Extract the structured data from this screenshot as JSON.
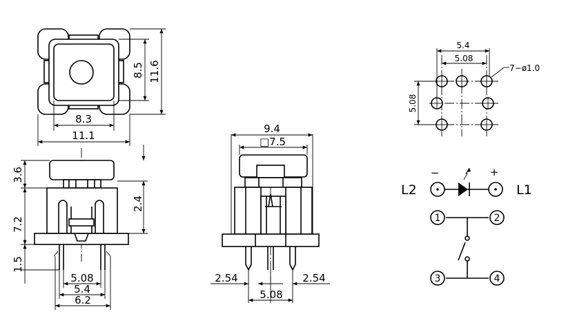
{
  "top_view": {
    "dim_inner_width": "8.3",
    "dim_outer_width": "11.1",
    "dim_inner_height": "8.5",
    "dim_outer_height": "11.6"
  },
  "side_view": {
    "dim_cap_height": "3.6",
    "dim_body_height": "7.2",
    "dim_step_height": "2.4",
    "dim_pin_length": "1.5",
    "dim_pin_spacing": "5.08",
    "dim_pin_span": "5.4",
    "dim_base_width": "6.2"
  },
  "front_view": {
    "dim_overall_width": "9.4",
    "dim_cap_square": "□7.5",
    "dim_left_offset": "2.54",
    "dim_right_offset": "2.54",
    "dim_pin_spacing": "5.08"
  },
  "pcb_layout": {
    "dim_span": "5.4",
    "dim_pitch_x": "5.08",
    "dim_pitch_y": "5.08",
    "hole_callout": "7−ø1.0"
  },
  "schematic": {
    "led_anode_label": "L1",
    "led_cathode_label": "L2",
    "minus_sign": "−",
    "plus_sign": "+",
    "pin_1": "1",
    "pin_2": "2",
    "pin_3": "3",
    "pin_4": "4"
  }
}
